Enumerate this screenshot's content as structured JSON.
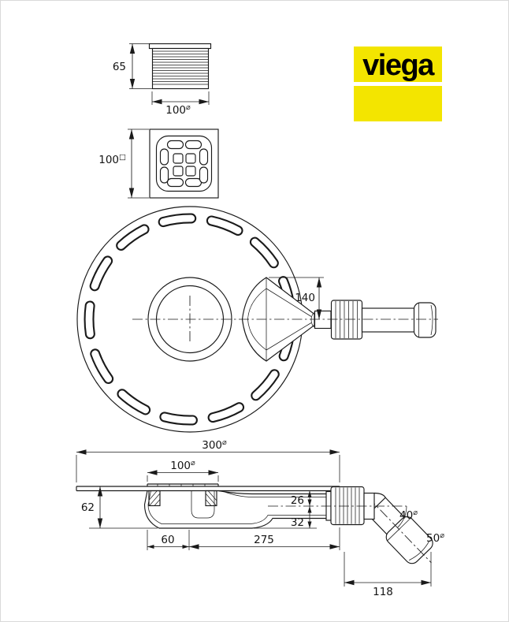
{
  "logo": {
    "text": "viega",
    "color": "#f3e500"
  },
  "symbols": {
    "diameter": "⌀",
    "square": "□"
  },
  "views": {
    "frame_side": {
      "height": "65",
      "diameter": "100"
    },
    "grate_top": {
      "size": "100"
    },
    "body_top": {
      "outlet_offset": "140"
    },
    "section": {
      "flange_diameter": "300",
      "grate_diameter": "100",
      "height": "62",
      "outlet_top": "26",
      "outlet_center": "32",
      "left_offset": "60",
      "length": "275",
      "pipe_diameter": "40",
      "socket_diameter": "50",
      "projection": "118"
    }
  }
}
